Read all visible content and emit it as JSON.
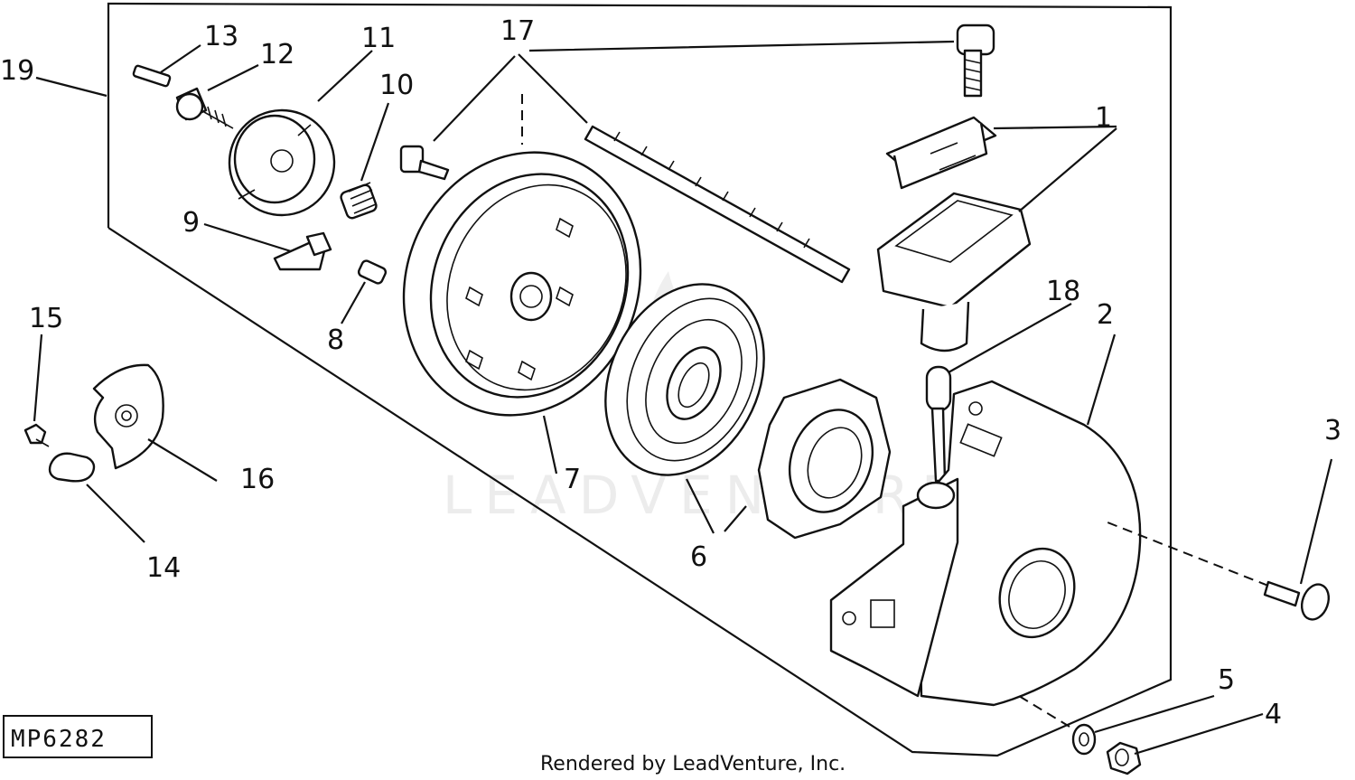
{
  "diagram": {
    "callouts": [
      "1",
      "2",
      "3",
      "4",
      "5",
      "6",
      "7",
      "8",
      "9",
      "10",
      "11",
      "12",
      "13",
      "14",
      "15",
      "16",
      "17",
      "18",
      "19"
    ],
    "figure_code": "MP6282",
    "watermark": "LEADVENTURE",
    "footer": "Rendered by LeadVenture, Inc."
  }
}
